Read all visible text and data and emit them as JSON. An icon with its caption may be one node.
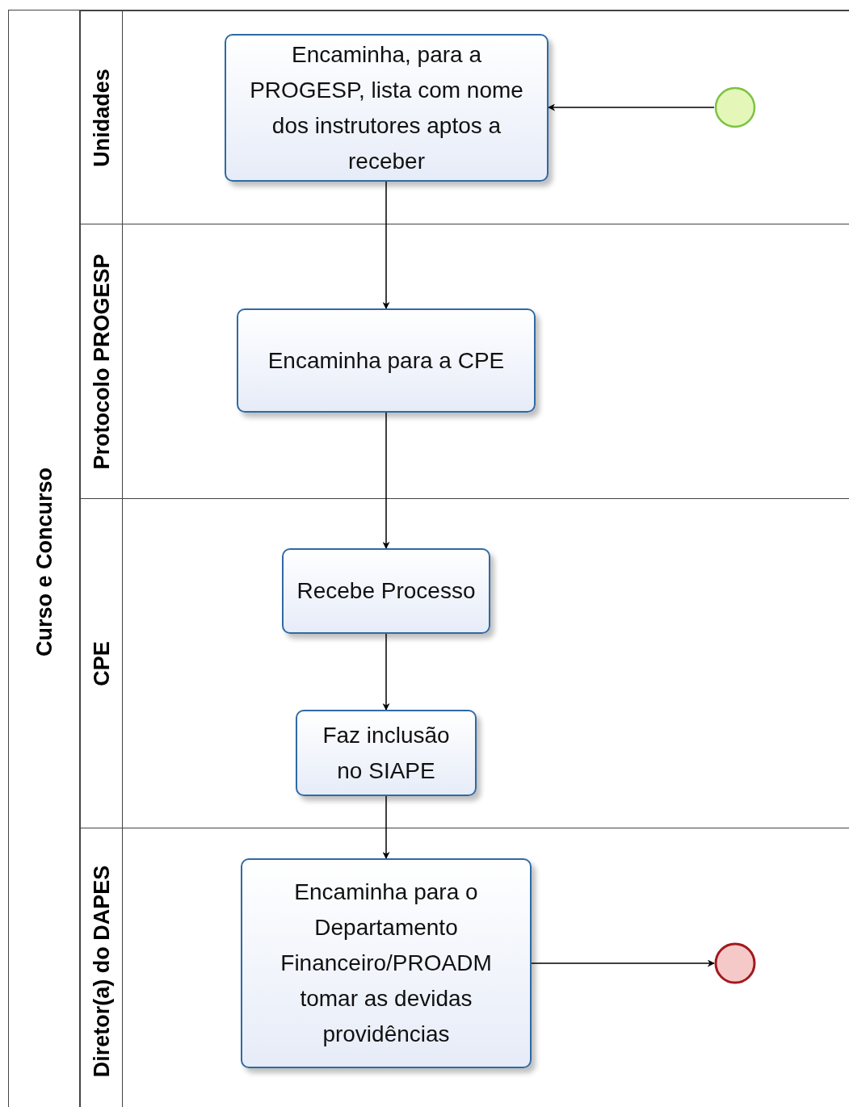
{
  "diagram": {
    "nodes": [
      {
        "text": [
          "Curso e Concurso"
        ]
      },
      {
        "text": [
          "Unidades"
        ],
        "in": 0
      },
      {
        "text": [
          "Encaminha, para a PROGESP, lista com nome dos instrutores aptos a receber"
        ],
        "in": 1
      },
      {
        "text": [],
        "shape": "circle",
        "in": 1
      },
      {
        "text": [
          "Protocolo PROGESP"
        ],
        "in": 0
      },
      {
        "text": [
          "Encaminha para a CPE"
        ],
        "in": 4
      },
      {
        "text": [
          "CPE"
        ],
        "in": 0
      },
      {
        "text": [
          "Recebe Processo"
        ],
        "in": 6
      },
      {
        "text": [
          "Faz inclusão no SIAPE"
        ],
        "in": 6
      },
      {
        "text": [
          "Diretor(a) do DAPES"
        ],
        "in": 0
      },
      {
        "text": [
          "Encaminha para o Departamento Financeiro/PROADM tomar as devidas providências"
        ],
        "in": 9
      },
      {
        "text": [],
        "shape": "circle",
        "in": 9
      }
    ],
    "edges": [
      {
        "from": 3,
        "to": 2,
        "arrow": "to"
      },
      {
        "from": 2,
        "to": 5,
        "arrow": "to"
      },
      {
        "from": 5,
        "to": 7,
        "arrow": "to"
      },
      {
        "from": 7,
        "to": 8,
        "arrow": "to"
      },
      {
        "from": 8,
        "to": 10,
        "arrow": "to"
      },
      {
        "from": 10,
        "to": 11,
        "arrow": "to"
      }
    ]
  }
}
